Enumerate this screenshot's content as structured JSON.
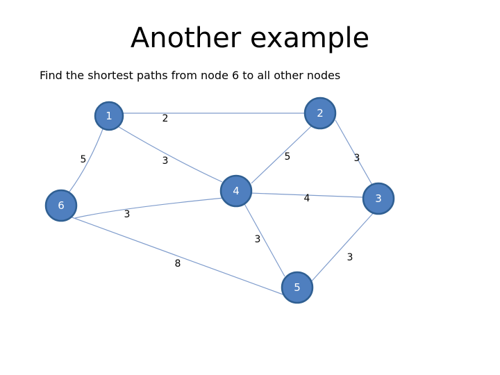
{
  "slide": {
    "title": "Another example",
    "subtitle": "Find the shortest paths from node 6 to all other nodes"
  },
  "graph": {
    "nodes": [
      {
        "id": "n1",
        "label": "1"
      },
      {
        "id": "n2",
        "label": "2"
      },
      {
        "id": "n3",
        "label": "3"
      },
      {
        "id": "n4",
        "label": "4"
      },
      {
        "id": "n5",
        "label": "5"
      },
      {
        "id": "n6",
        "label": "6"
      }
    ],
    "edges": [
      {
        "from": "1",
        "to": "2",
        "weight": "2"
      },
      {
        "from": "1",
        "to": "6",
        "weight": "5"
      },
      {
        "from": "1",
        "to": "4",
        "weight": "3"
      },
      {
        "from": "2",
        "to": "4",
        "weight": "5"
      },
      {
        "from": "2",
        "to": "3",
        "weight": "3"
      },
      {
        "from": "4",
        "to": "3",
        "weight": "4"
      },
      {
        "from": "6",
        "to": "4",
        "weight": "3"
      },
      {
        "from": "4",
        "to": "5",
        "weight": "3"
      },
      {
        "from": "3",
        "to": "5",
        "weight": "3"
      },
      {
        "from": "6",
        "to": "5",
        "weight": "8"
      }
    ]
  },
  "colors": {
    "node_fill": "#4f7fbf",
    "node_stroke": "#2f5f92",
    "edge": "#7f9ccc"
  }
}
